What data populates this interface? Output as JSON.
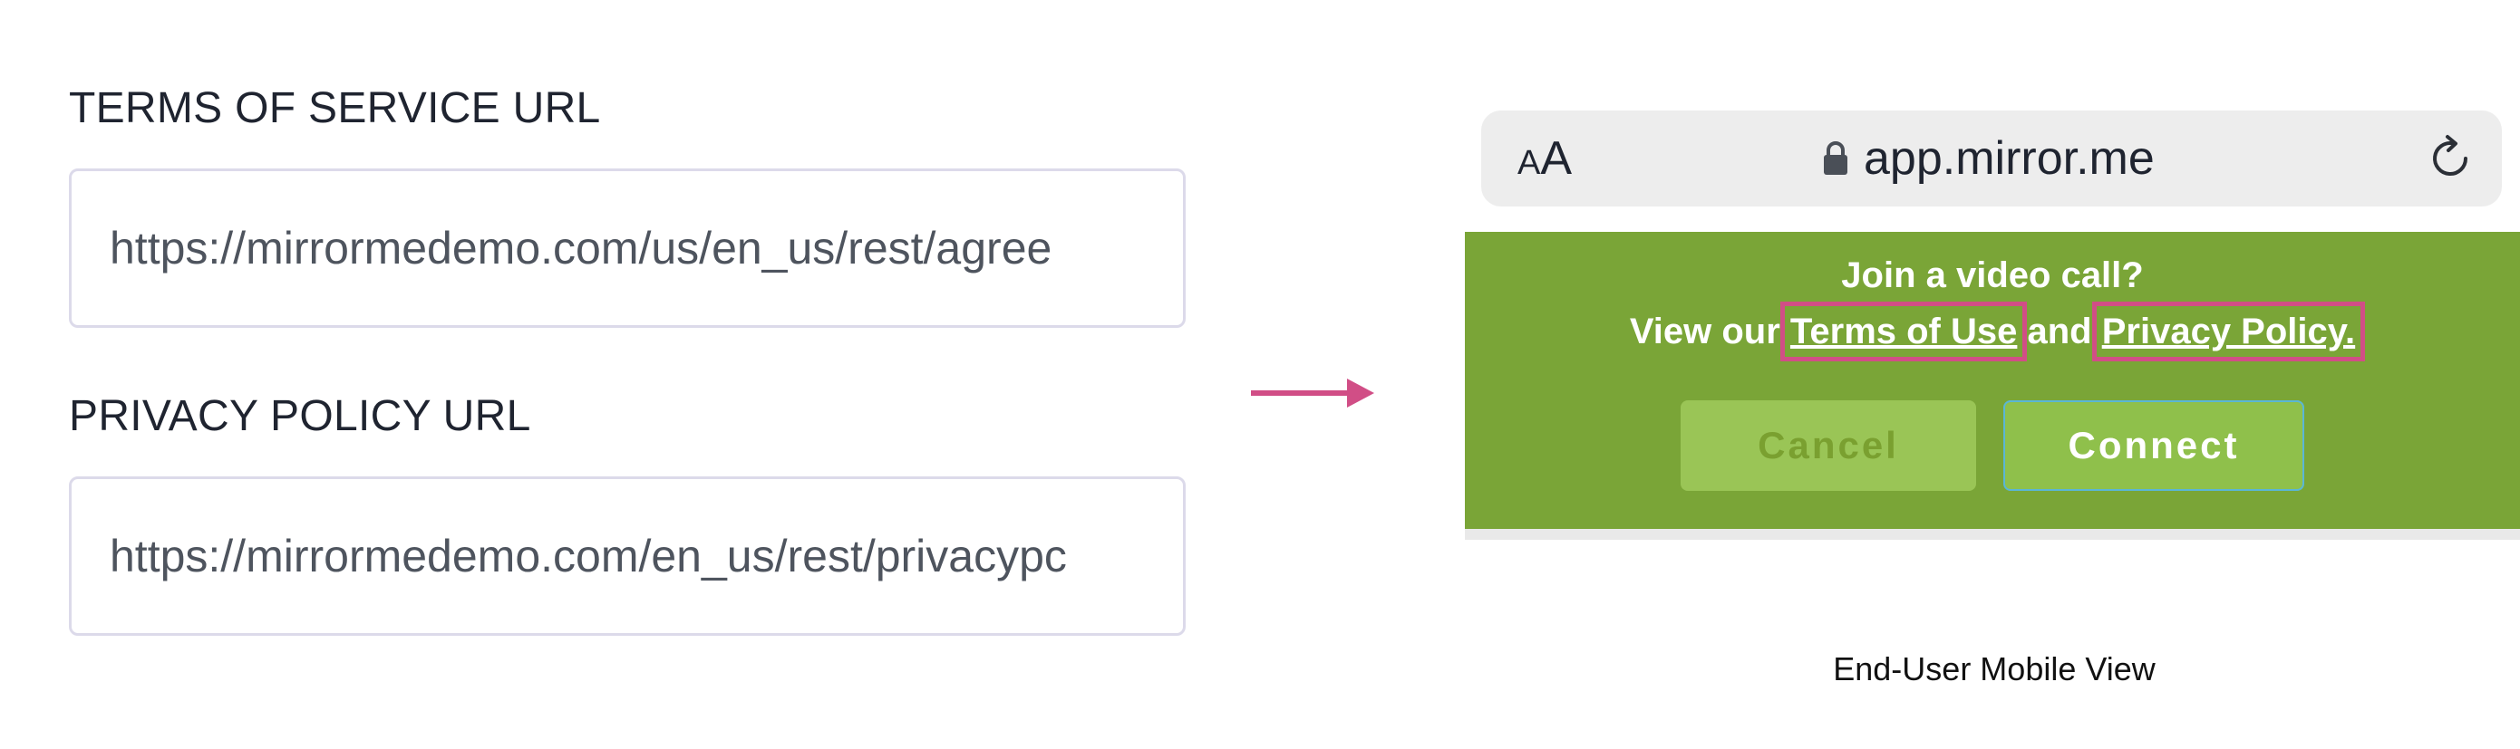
{
  "settings": {
    "terms": {
      "label": "TERMS OF SERVICE URL",
      "value": "https://mirrormedemo.com/us/en_us/rest/agree"
    },
    "privacy": {
      "label": "PRIVACY POLICY URL",
      "value": "https://mirrormedemo.com/en_us/rest/privacypc"
    }
  },
  "browser": {
    "aa_small": "A",
    "aa_big": "A",
    "url": "app.mirror.me"
  },
  "banner": {
    "title": "Join a video call?",
    "line_prefix": "View our ",
    "terms_link": "Terms of Use",
    "line_mid": " and ",
    "privacy_link": "Privacy Policy",
    "line_suffix": ".",
    "cancel_label": "Cancel",
    "connect_label": "Connect"
  },
  "caption": "End-User Mobile View",
  "colors": {
    "banner_bg": "#7aa537",
    "highlight": "#d14e86",
    "arrow": "#d14e86",
    "connect_outline": "#5ab6d6"
  },
  "icons": {
    "lock": "lock-icon",
    "reload": "reload-icon",
    "arrow": "arrow-right-icon"
  }
}
